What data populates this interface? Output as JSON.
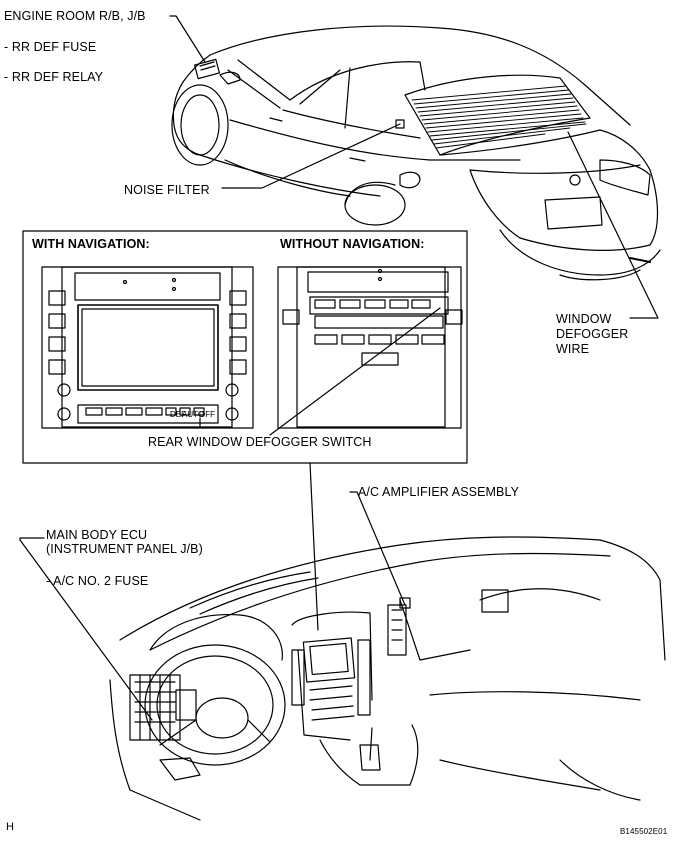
{
  "labels": {
    "engine_room": "ENGINE ROOM R/B, J/B",
    "rr_def_fuse": "- RR DEF FUSE",
    "rr_def_relay": "- RR DEF RELAY",
    "noise_filter": "NOISE FILTER",
    "window_defogger_wire": [
      "WINDOW",
      "DEFOGGER",
      "WIRE"
    ],
    "with_navigation": "WITH NAVIGATION:",
    "without_navigation": "WITHOUT NAVIGATION:",
    "rear_window_defogger_switch": "REAR WINDOW DEFOGGER SWITCH",
    "ac_amplifier": "A/C AMPLIFIER ASSEMBLY",
    "main_body_ecu": [
      "MAIN BODY ECU",
      "(INSTRUMENT PANEL J/B)"
    ],
    "ac_no2_fuse": "- A/C NO. 2 FUSE",
    "corner_letter": "H",
    "figure_code": "B145502E01",
    "switch_labels": [
      "DEF",
      "AUTO",
      "OFF"
    ]
  }
}
